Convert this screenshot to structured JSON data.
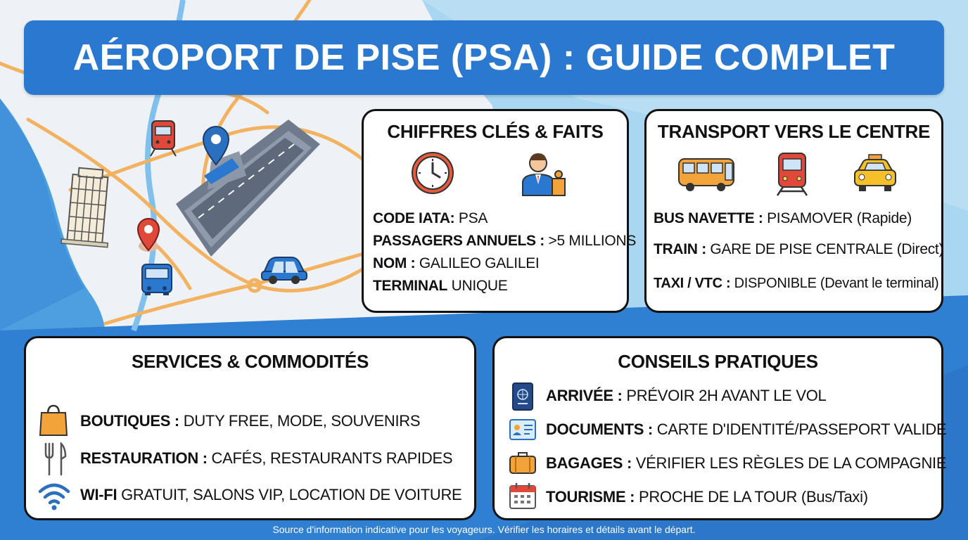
{
  "header": {
    "title": "AÉROPORT DE PISE (PSA) : GUIDE COMPLET"
  },
  "colors": {
    "primary_blue": "#2a78cf",
    "ocean_blue": "#5aaee6",
    "road_orange": "#f2b25f",
    "runway_gray": "#7c8899"
  },
  "map": {
    "icons": [
      "train-icon",
      "location-pin-icon",
      "leaning-tower-icon",
      "location-pin-icon",
      "bus-icon",
      "car-icon",
      "airport-runway-icon"
    ]
  },
  "facts": {
    "title": "CHIFFRES CLÉS & FAITS",
    "icons": [
      "clock-icon",
      "staff-icon"
    ],
    "items": [
      {
        "label": "CODE IATA:",
        "value": " PSA"
      },
      {
        "label": "PASSAGERS ANNUELS :",
        "value": " >5 MILLIONS"
      },
      {
        "label": "NOM :",
        "value": " GALILEO GALILEI"
      },
      {
        "label": "TERMINAL",
        "value": " UNIQUE"
      }
    ]
  },
  "transport": {
    "title": "TRANSPORT VERS LE CENTRE",
    "icons": [
      "bus-icon",
      "train-icon",
      "taxi-icon"
    ],
    "items": [
      {
        "label": "BUS NAVETTE :",
        "value": " PISAMOVER (Rapide)"
      },
      {
        "label": "TRAIN :",
        "value": " GARE DE PISE CENTRALE (Direct)"
      },
      {
        "label": "TAXI / VTC :",
        "value": " DISPONIBLE (Devant le terminal)"
      }
    ]
  },
  "services": {
    "title": "SERVICES & COMMODITÉS",
    "items": [
      {
        "icon": "shopping-bag-icon",
        "label": "BOUTIQUES :",
        "value": " DUTY FREE, MODE, SOUVENIRS"
      },
      {
        "icon": "fork-knife-icon",
        "label": "RESTAURATION :",
        "value": " CAFÉS, RESTAURANTS RAPIDES"
      },
      {
        "icon": "wifi-icon",
        "label": "WI-FI",
        "value": " GRATUIT, SALONS VIP, LOCATION DE VOITURE"
      }
    ]
  },
  "tips": {
    "title": "CONSEILS PRATIQUES",
    "items": [
      {
        "icon": "passport-icon",
        "label": "ARRIVÉE :",
        "value": " PRÉVOIR 2H AVANT LE VOL"
      },
      {
        "icon": "id-card-icon",
        "label": "DOCUMENTS :",
        "value": " CARTE D'IDENTITÉ/PASSEPORT VALIDE"
      },
      {
        "icon": "suitcase-icon",
        "label": "BAGAGES :",
        "value": " VÉRIFIER LES RÈGLES DE LA COMPAGNIE"
      },
      {
        "icon": "calendar-icon",
        "label": "TOURISME :",
        "value": " PROCHE DE LA TOUR (Bus/Taxi)"
      }
    ]
  },
  "footer": {
    "text": "Source d'information indicative pour les voyageurs. Vérifier les horaires et détails avant le départ."
  }
}
